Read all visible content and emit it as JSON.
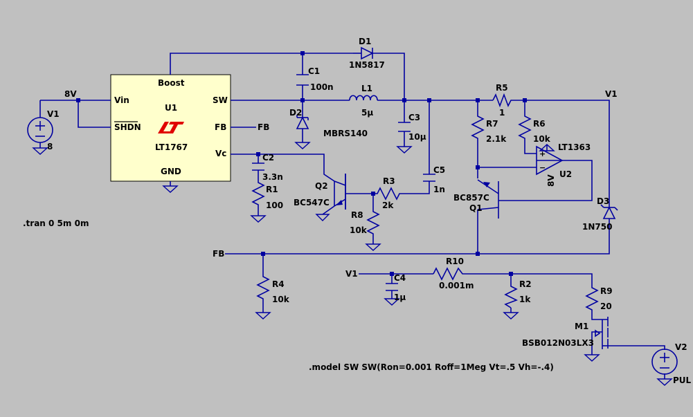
{
  "colors": {
    "background": "#c0c0c0",
    "wire": "#0000a0",
    "ic_fill": "#ffffcc",
    "logo": "#e00000",
    "text": "#000000"
  },
  "ic": {
    "pin_boost": "Boost",
    "ref": "U1",
    "part": "LT1767",
    "pin_vin": "Vin",
    "pin_shdn": "SHDN",
    "pin_sw": "SW",
    "pin_fb": "FB",
    "pin_vc": "Vc",
    "pin_gnd": "GND",
    "logo_icon": "lt-logo-icon"
  },
  "labels": {
    "n_8v": "8V",
    "fb_right": "FB",
    "fb_left": "FB",
    "v1_top": "V1",
    "v1_bottom": "V1",
    "v1_src": "V1",
    "v1_val": "8",
    "c1": "C1",
    "c1_val": "100n",
    "d1": "D1",
    "d1_val": "1N5817",
    "l1": "L1",
    "l1_val": "5µ",
    "d2": "D2",
    "d2_val": "MBRS140",
    "c3": "C3",
    "c3_val": "10µ",
    "c2": "C2",
    "c2_val": "3.3n",
    "r1": "R1",
    "r1_val": "100",
    "q2": "Q2",
    "q2_val": "BC547C",
    "r3": "R3",
    "r3_val": "2k",
    "r8": "R8",
    "r8_val": "10k",
    "c5": "C5",
    "c5_val": "1n",
    "r5": "R5",
    "r5_val": "1",
    "r7": "R7",
    "r7_val": "2.1k",
    "r6": "R6",
    "r6_val": "10k",
    "u2_part": "LT1363",
    "u2": "U2",
    "u2_supply": "8V",
    "q1_val": "BC857C",
    "q1": "Q1",
    "d3": "D3",
    "d3_val": "1N750",
    "r4": "R4",
    "r4_val": "10k",
    "c4": "C4",
    "c4_val": "1µ",
    "r10": "R10",
    "r10_val": "0.001m",
    "r2": "R2",
    "r2_val": "1k",
    "r9": "R9",
    "r9_val": "20",
    "m1": "M1",
    "m1_val": "BSB012N03LX3",
    "v2": "V2",
    "v2_val": "PUL"
  },
  "directives": {
    "tran": ".tran 0 5m 0m",
    "model": ".model SW SW(Ron=0.001 Roff=1Meg Vt=.5 Vh=-.4)"
  }
}
